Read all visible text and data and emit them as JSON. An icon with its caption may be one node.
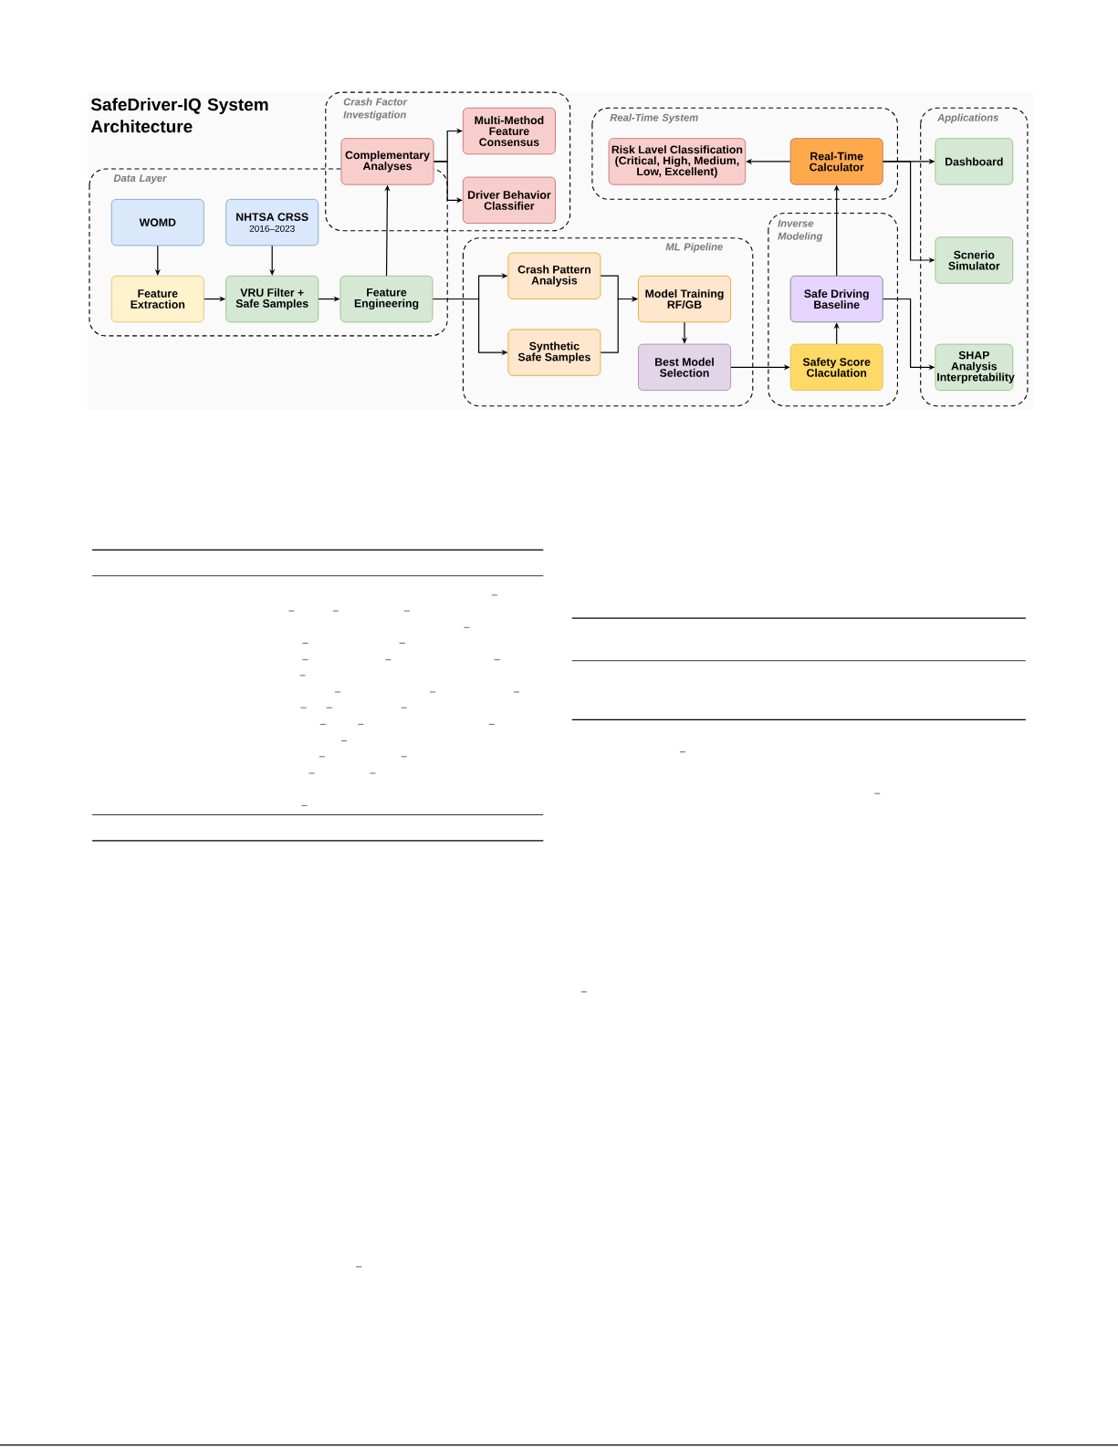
{
  "diagram": {
    "title": "SafeDriver-IQ System Architecture",
    "nodes": [
      {
        "text": [
          "Crash Factor Investigation"
        ]
      },
      {
        "text": [
          "Complementary Analyses"
        ],
        "in": 0
      },
      {
        "text": [
          "Multi-Method Feature Consensus"
        ],
        "in": 0
      },
      {
        "text": [
          "Driver Behavior Classifier"
        ],
        "in": 0
      },
      {
        "text": [
          "Real-Time System"
        ]
      },
      {
        "text": [
          "Risk Lavel Classification (Critical, High, Medium, Low, Excellent)"
        ],
        "in": 4
      },
      {
        "text": [
          "Real-Time Calculator"
        ],
        "in": 4
      },
      {
        "text": [
          "Applications"
        ]
      },
      {
        "text": [
          "Dashboard"
        ],
        "in": 7
      },
      {
        "text": [
          "Scnerio Simulator"
        ],
        "in": 7
      },
      {
        "text": [
          "SHAP Analysis Interpretability"
        ],
        "in": 7
      },
      {
        "text": [
          "Data Layer"
        ]
      },
      {
        "text": [
          "WOMD"
        ],
        "in": 11
      },
      {
        "text": [
          "NHTSA CRSS",
          "2016–2023"
        ],
        "in": 11
      },
      {
        "text": [
          "Feature Extraction"
        ],
        "in": 11
      },
      {
        "text": [
          "VRU Filter + Safe Samples"
        ],
        "in": 11
      },
      {
        "text": [
          "Feature Engineering"
        ],
        "in": 11
      },
      {
        "text": [
          "Inverse Modeling"
        ]
      },
      {
        "text": [
          "Safe Driving Baseline"
        ],
        "in": 17
      },
      {
        "text": [
          "ML Pipeline"
        ]
      },
      {
        "text": [
          "Crash Pattern Analysis"
        ],
        "in": 19
      },
      {
        "text": [
          "Synthetic Safe Samples"
        ],
        "in": 19
      },
      {
        "text": [
          "Model Training RF/GB"
        ],
        "in": 19
      },
      {
        "text": [
          "Best Model Selection"
        ],
        "in": 19
      },
      {
        "text": [
          "Safety Score Claculation"
        ],
        "in": 17
      }
    ],
    "edges": [
      {
        "from": 12,
        "to": 14,
        "arrow": "to"
      },
      {
        "from": 13,
        "to": 15,
        "arrow": "to"
      },
      {
        "from": 14,
        "to": 15,
        "arrow": "to"
      },
      {
        "from": 15,
        "to": 16,
        "arrow": "to"
      },
      {
        "from": 16,
        "to": 1,
        "arrow": "to"
      },
      {
        "from": 1,
        "to": 2,
        "arrow": "to"
      },
      {
        "from": 1,
        "to": 3,
        "arrow": "to"
      },
      {
        "from": 16,
        "to": 20,
        "arrow": "to"
      },
      {
        "from": 16,
        "to": 21,
        "arrow": "to"
      },
      {
        "from": 20,
        "to": 22,
        "arrow": "to"
      },
      {
        "from": 21,
        "to": 22,
        "arrow": "to"
      },
      {
        "from": 22,
        "to": 23,
        "arrow": "to"
      },
      {
        "from": 23,
        "to": 24,
        "arrow": "to"
      },
      {
        "from": 24,
        "to": 18,
        "arrow": "to"
      },
      {
        "from": 18,
        "to": 6,
        "arrow": "to"
      },
      {
        "from": 6,
        "to": 5,
        "arrow": "to"
      },
      {
        "from": 6,
        "to": 8,
        "arrow": "to"
      },
      {
        "from": 6,
        "to": 9,
        "arrow": "to"
      },
      {
        "from": 18,
        "to": 10,
        "arrow": "to"
      }
    ]
  }
}
